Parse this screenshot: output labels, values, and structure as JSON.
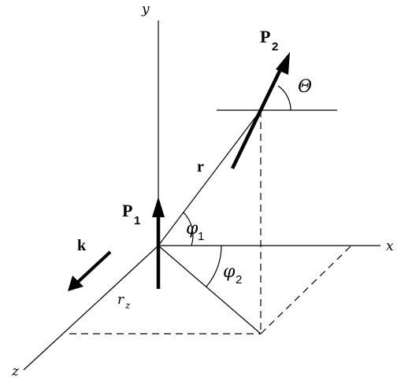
{
  "labels": {
    "y_axis": "y",
    "x_axis": "x",
    "z_axis": "z",
    "r": "r",
    "rz_main": "r",
    "rz_sub": "z",
    "k": "k",
    "p1_main": "P",
    "p1_sub": "1",
    "p2_main": "P",
    "p2_sub": "2",
    "theta": "Θ",
    "phi1_main": "φ",
    "phi1_sub": "1",
    "phi2_main": "φ",
    "phi2_sub": "2"
  }
}
